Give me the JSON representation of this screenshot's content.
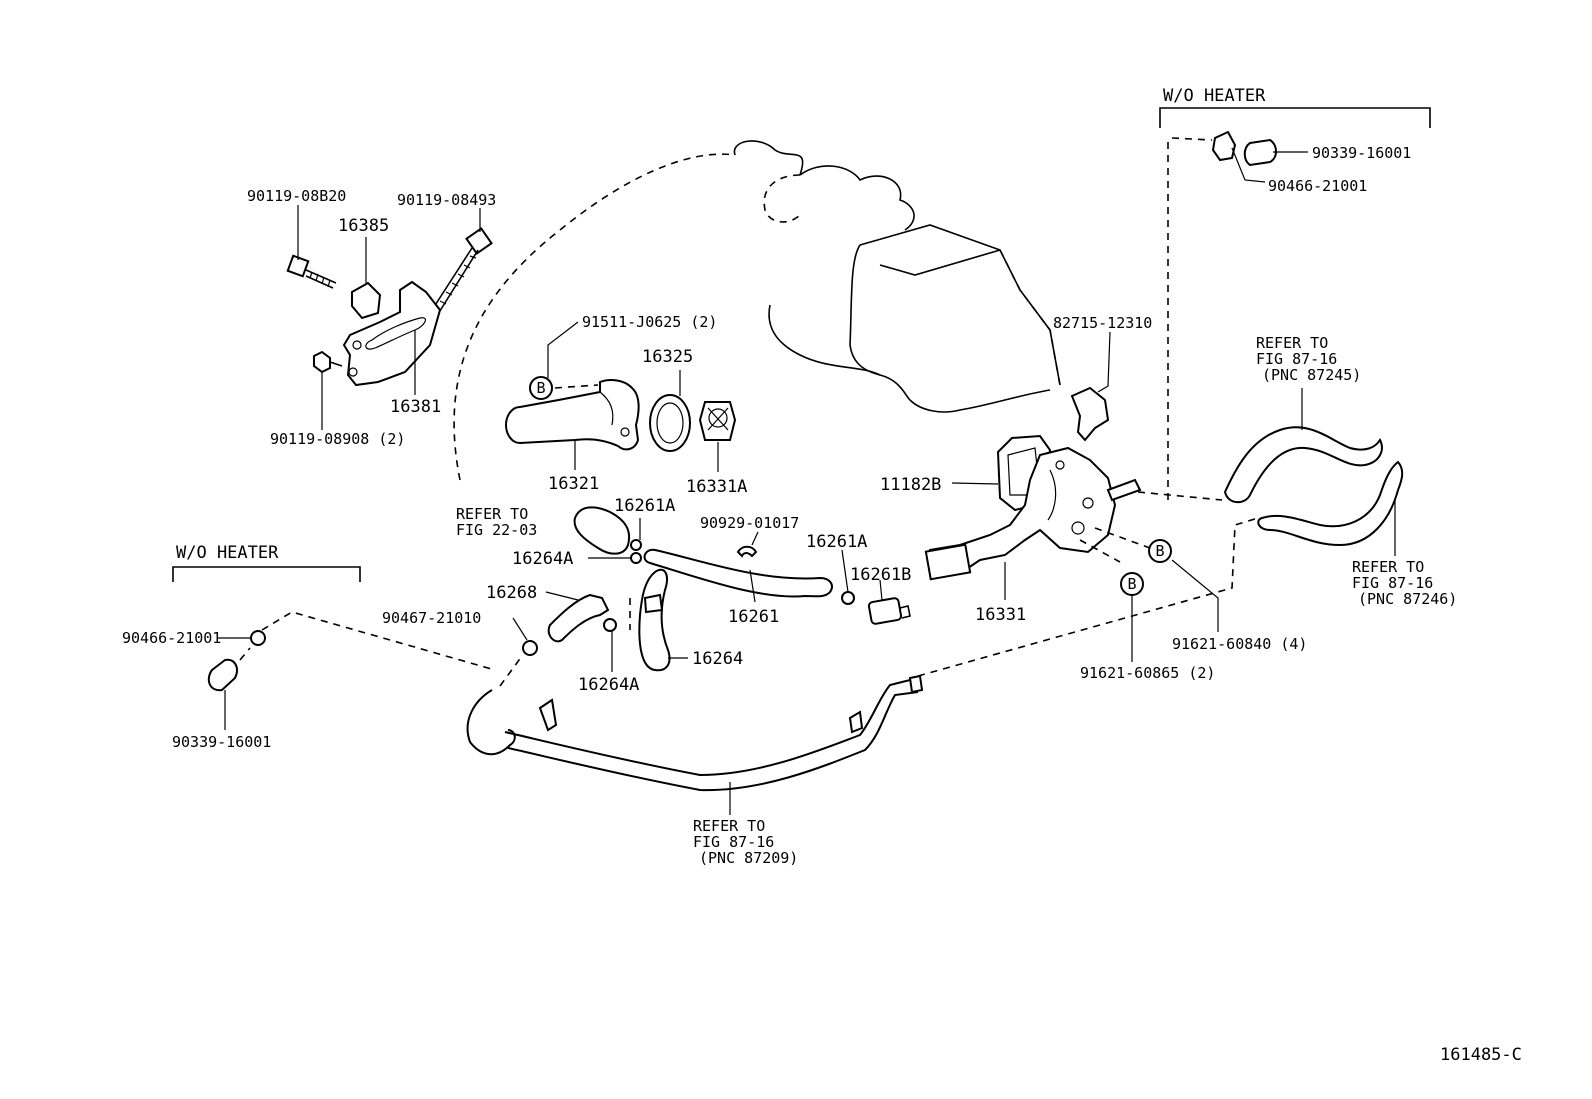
{
  "labels": {
    "wo_heater_right": "W/O HEATER",
    "wo_heater_left": "W/O HEATER",
    "p_90339_16001_r": "90339-16001",
    "p_90466_21001_r": "90466-21001",
    "p_90119_08b20": "90119-08B20",
    "p_90119_08493": "90119-08493",
    "p_16385": "16385",
    "p_16381": "16381",
    "p_90119_08908": "90119-08908 (2)",
    "p_91511_j0625": "91511-J0625 (2)",
    "p_16325": "16325",
    "p_16321": "16321",
    "p_16331a": "16331A",
    "p_82715_12310": "82715-12310",
    "p_11182b": "11182B",
    "p_16331": "16331",
    "refer_87245": [
      "REFER TO",
      "FIG 87-16",
      "(PNC 87245)"
    ],
    "refer_87246": [
      "REFER TO",
      "FIG 87-16",
      "(PNC 87246)"
    ],
    "refer_2203": [
      "REFER TO",
      "FIG 22-03"
    ],
    "p_16261a_1": "16261A",
    "p_90929_01017": "90929-01017",
    "p_16261a_2": "16261A",
    "p_16264a_1": "16264A",
    "p_16261b": "16261B",
    "p_16268": "16268",
    "p_90467_21010": "90467-21010",
    "p_16261": "16261",
    "p_16264": "16264",
    "p_16264a_2": "16264A",
    "p_90466_21001_l": "90466-21001",
    "p_90339_16001_l": "90339-16001",
    "p_91621_60840": "91621-60840 (4)",
    "p_91621_60865": "91621-60865 (2)",
    "refer_87209": [
      "REFER TO",
      "FIG 87-16",
      "(PNC 87209)"
    ],
    "diagram_id": "161485-C",
    "callout_b": "B"
  }
}
